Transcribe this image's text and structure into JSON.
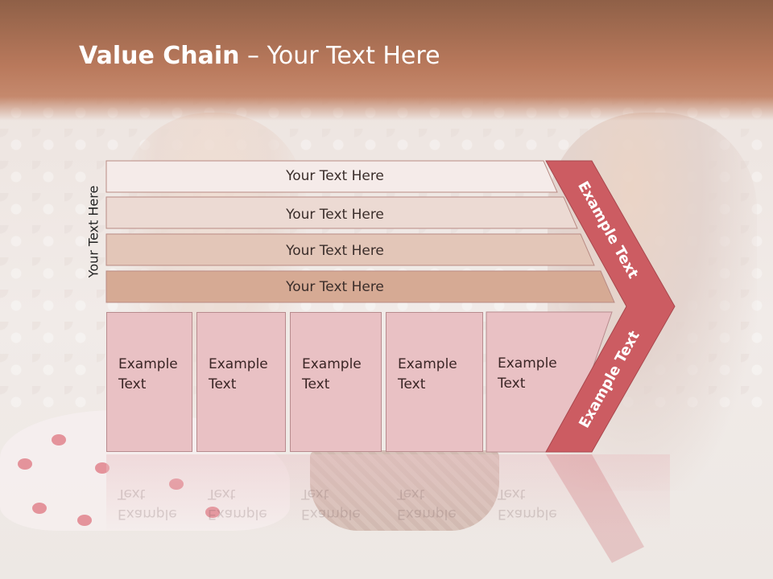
{
  "title": {
    "bold": "Value Chain",
    "rest": " – Your Text Here"
  },
  "side_label": "Your Text Here",
  "bars": [
    {
      "label": "Your Text Here",
      "fill": "#f5ebe9"
    },
    {
      "label": "Your Text Here",
      "fill": "#ecdad3"
    },
    {
      "label": "Your Text Here",
      "fill": "#e3c6b8"
    },
    {
      "label": "Your Text Here",
      "fill": "#d6aa94"
    }
  ],
  "boxes": [
    {
      "line1": "Example",
      "line2": "Text"
    },
    {
      "line1": "Example",
      "line2": "Text"
    },
    {
      "line1": "Example",
      "line2": "Text"
    },
    {
      "line1": "Example",
      "line2": "Text"
    },
    {
      "line1": "Example",
      "line2": "Text"
    }
  ],
  "arrow": {
    "upper": "Example Text",
    "lower": "Example Text",
    "color": "#cc5c62"
  },
  "colors": {
    "header": "#b9795c",
    "box": "#e9c1c4"
  }
}
